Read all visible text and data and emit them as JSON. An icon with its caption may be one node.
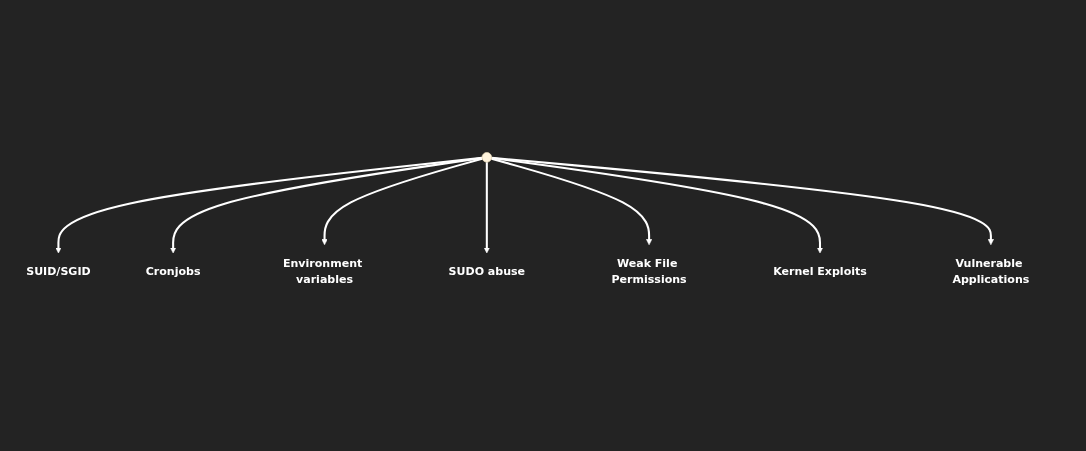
{
  "diagram": {
    "nodes": [
      {
        "text": [],
        "shape": "circle"
      },
      {
        "text": [
          "SUID/SGID"
        ]
      },
      {
        "text": [
          "Cronjobs"
        ]
      },
      {
        "text": [
          "Environment variables"
        ]
      },
      {
        "text": [
          "SUDO abuse"
        ]
      },
      {
        "text": [
          "Weak File Permissions"
        ]
      },
      {
        "text": [
          "Kernel Exploits"
        ]
      },
      {
        "text": [
          "Vulnerable Applications"
        ]
      }
    ],
    "edges": [
      {
        "from": 0,
        "to": 1,
        "arrow": "to"
      },
      {
        "from": 0,
        "to": 2,
        "arrow": "to"
      },
      {
        "from": 0,
        "to": 3,
        "arrow": "to"
      },
      {
        "from": 0,
        "to": 4,
        "arrow": "to"
      },
      {
        "from": 0,
        "to": 5,
        "arrow": "to"
      },
      {
        "from": 0,
        "to": 6,
        "arrow": "to"
      },
      {
        "from": 0,
        "to": 7,
        "arrow": "to"
      }
    ]
  }
}
